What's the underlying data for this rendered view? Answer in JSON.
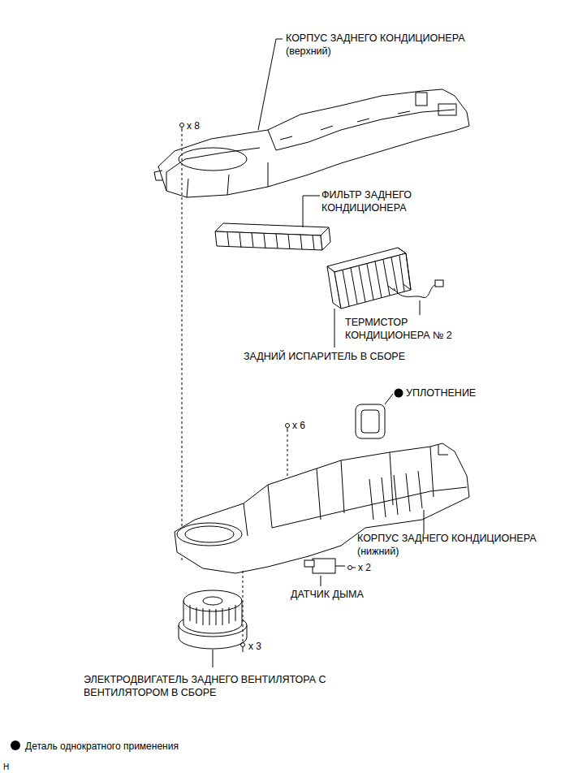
{
  "diagram": {
    "labels": [
      "КОРПУС ЗАДНЕГО КОНДИЦИОНЕРА (верхний)",
      "x 8",
      "ФИЛЬТР ЗАДНЕГО КОНДИЦИОНЕРА",
      "ТЕРМИСТОР КОНДИЦИОНЕРА № 2",
      "ЗАДНИЙ ИСПАРИТЕЛЬ В СБОРЕ",
      "УПЛОТНЕНИЕ",
      "x 6",
      "КОРПУС ЗАДНЕГО КОНДИЦИОНЕРА (нижний)",
      "x 2",
      "ДАТЧИК ДЫМА",
      "x 3",
      "ЭЛЕКТРОДВИГАТЕЛЬ ЗАДНЕГО ВЕНТИЛЯТОРА С ВЕНТИЛЯТОРОМ В СБОРЕ",
      "H"
    ],
    "legend": [
      {
        "text": "Деталь однократного применения"
      }
    ]
  }
}
